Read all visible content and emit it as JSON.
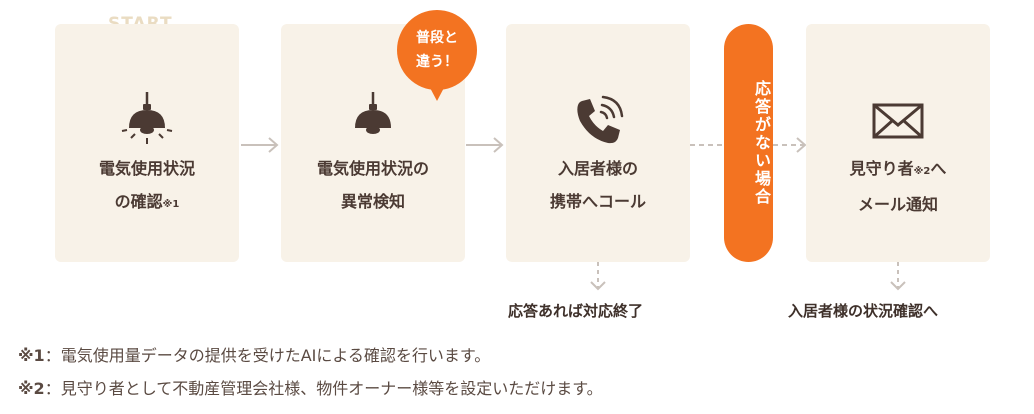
{
  "start_label": "START",
  "steps": [
    {
      "line1": "電気使用状況",
      "line2": "の確認",
      "mark": "※1",
      "icon": "ceiling-lamp-icon"
    },
    {
      "line1": "電気使用状況の",
      "line2": "異常検知",
      "icon": "ceiling-lamp-off-icon"
    },
    {
      "line1": "入居者様の",
      "line2": "携帯へコール",
      "icon": "phone-ringing-icon"
    },
    {
      "line1": "見守り者",
      "mark": "※2",
      "line1_suffix": "へ",
      "line2": "メール通知",
      "icon": "envelope-icon"
    }
  ],
  "badge": {
    "label": "普段と\n違う！"
  },
  "branch": {
    "label": "応答がない場合"
  },
  "outcomes": [
    "応答あれば対応終了",
    "入居者様の状況確認へ"
  ],
  "notes": [
    {
      "mark": "※1",
      "text": "：電気使用量データの提供を受けたAIによる確認を行います。"
    },
    {
      "mark": "※2",
      "text": "：見守り者として不動産管理会社様、物件オーナー様等を設定いただけます。"
    }
  ],
  "colors": {
    "card": "#f8f2e8",
    "accent": "#f37321",
    "text": "#4b3a33",
    "arrow": "#c9c1bb",
    "start": "#eadcc2"
  }
}
